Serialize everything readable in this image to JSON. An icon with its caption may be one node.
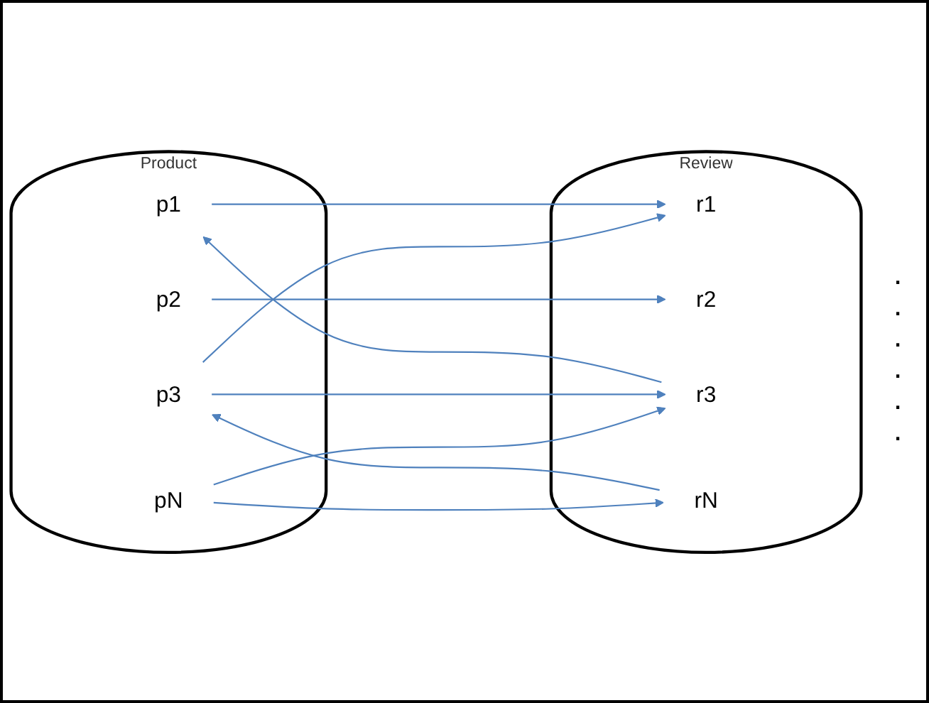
{
  "diagram": {
    "nodes": [
      {
        "text": [
          "Product"
        ]
      },
      {
        "text": [
          "p1"
        ],
        "in": 0
      },
      {
        "text": [
          "p2"
        ],
        "in": 0
      },
      {
        "text": [
          "p3"
        ],
        "in": 0
      },
      {
        "text": [
          "pN"
        ],
        "in": 0
      },
      {
        "text": [
          "Review"
        ]
      },
      {
        "text": [
          "r1"
        ],
        "in": 5
      },
      {
        "text": [
          "r2"
        ],
        "in": 5
      },
      {
        "text": [
          "r3"
        ],
        "in": 5
      },
      {
        "text": [
          "rN"
        ],
        "in": 5
      }
    ],
    "edges": [
      {
        "from": 1,
        "to": 6,
        "arrow": "to"
      },
      {
        "from": 8,
        "to": 1,
        "arrow": "to"
      },
      {
        "from": 2,
        "to": 7,
        "arrow": "to"
      },
      {
        "from": 3,
        "to": 6,
        "arrow": "to"
      },
      {
        "from": 3,
        "to": 8,
        "arrow": "to"
      },
      {
        "from": 4,
        "to": 8,
        "arrow": "to"
      },
      {
        "from": 9,
        "to": 3,
        "arrow": "to"
      },
      {
        "from": 4,
        "to": 9,
        "arrow": "to"
      }
    ],
    "labels": [
      ".",
      ".",
      ".",
      ".",
      ".",
      "."
    ]
  }
}
